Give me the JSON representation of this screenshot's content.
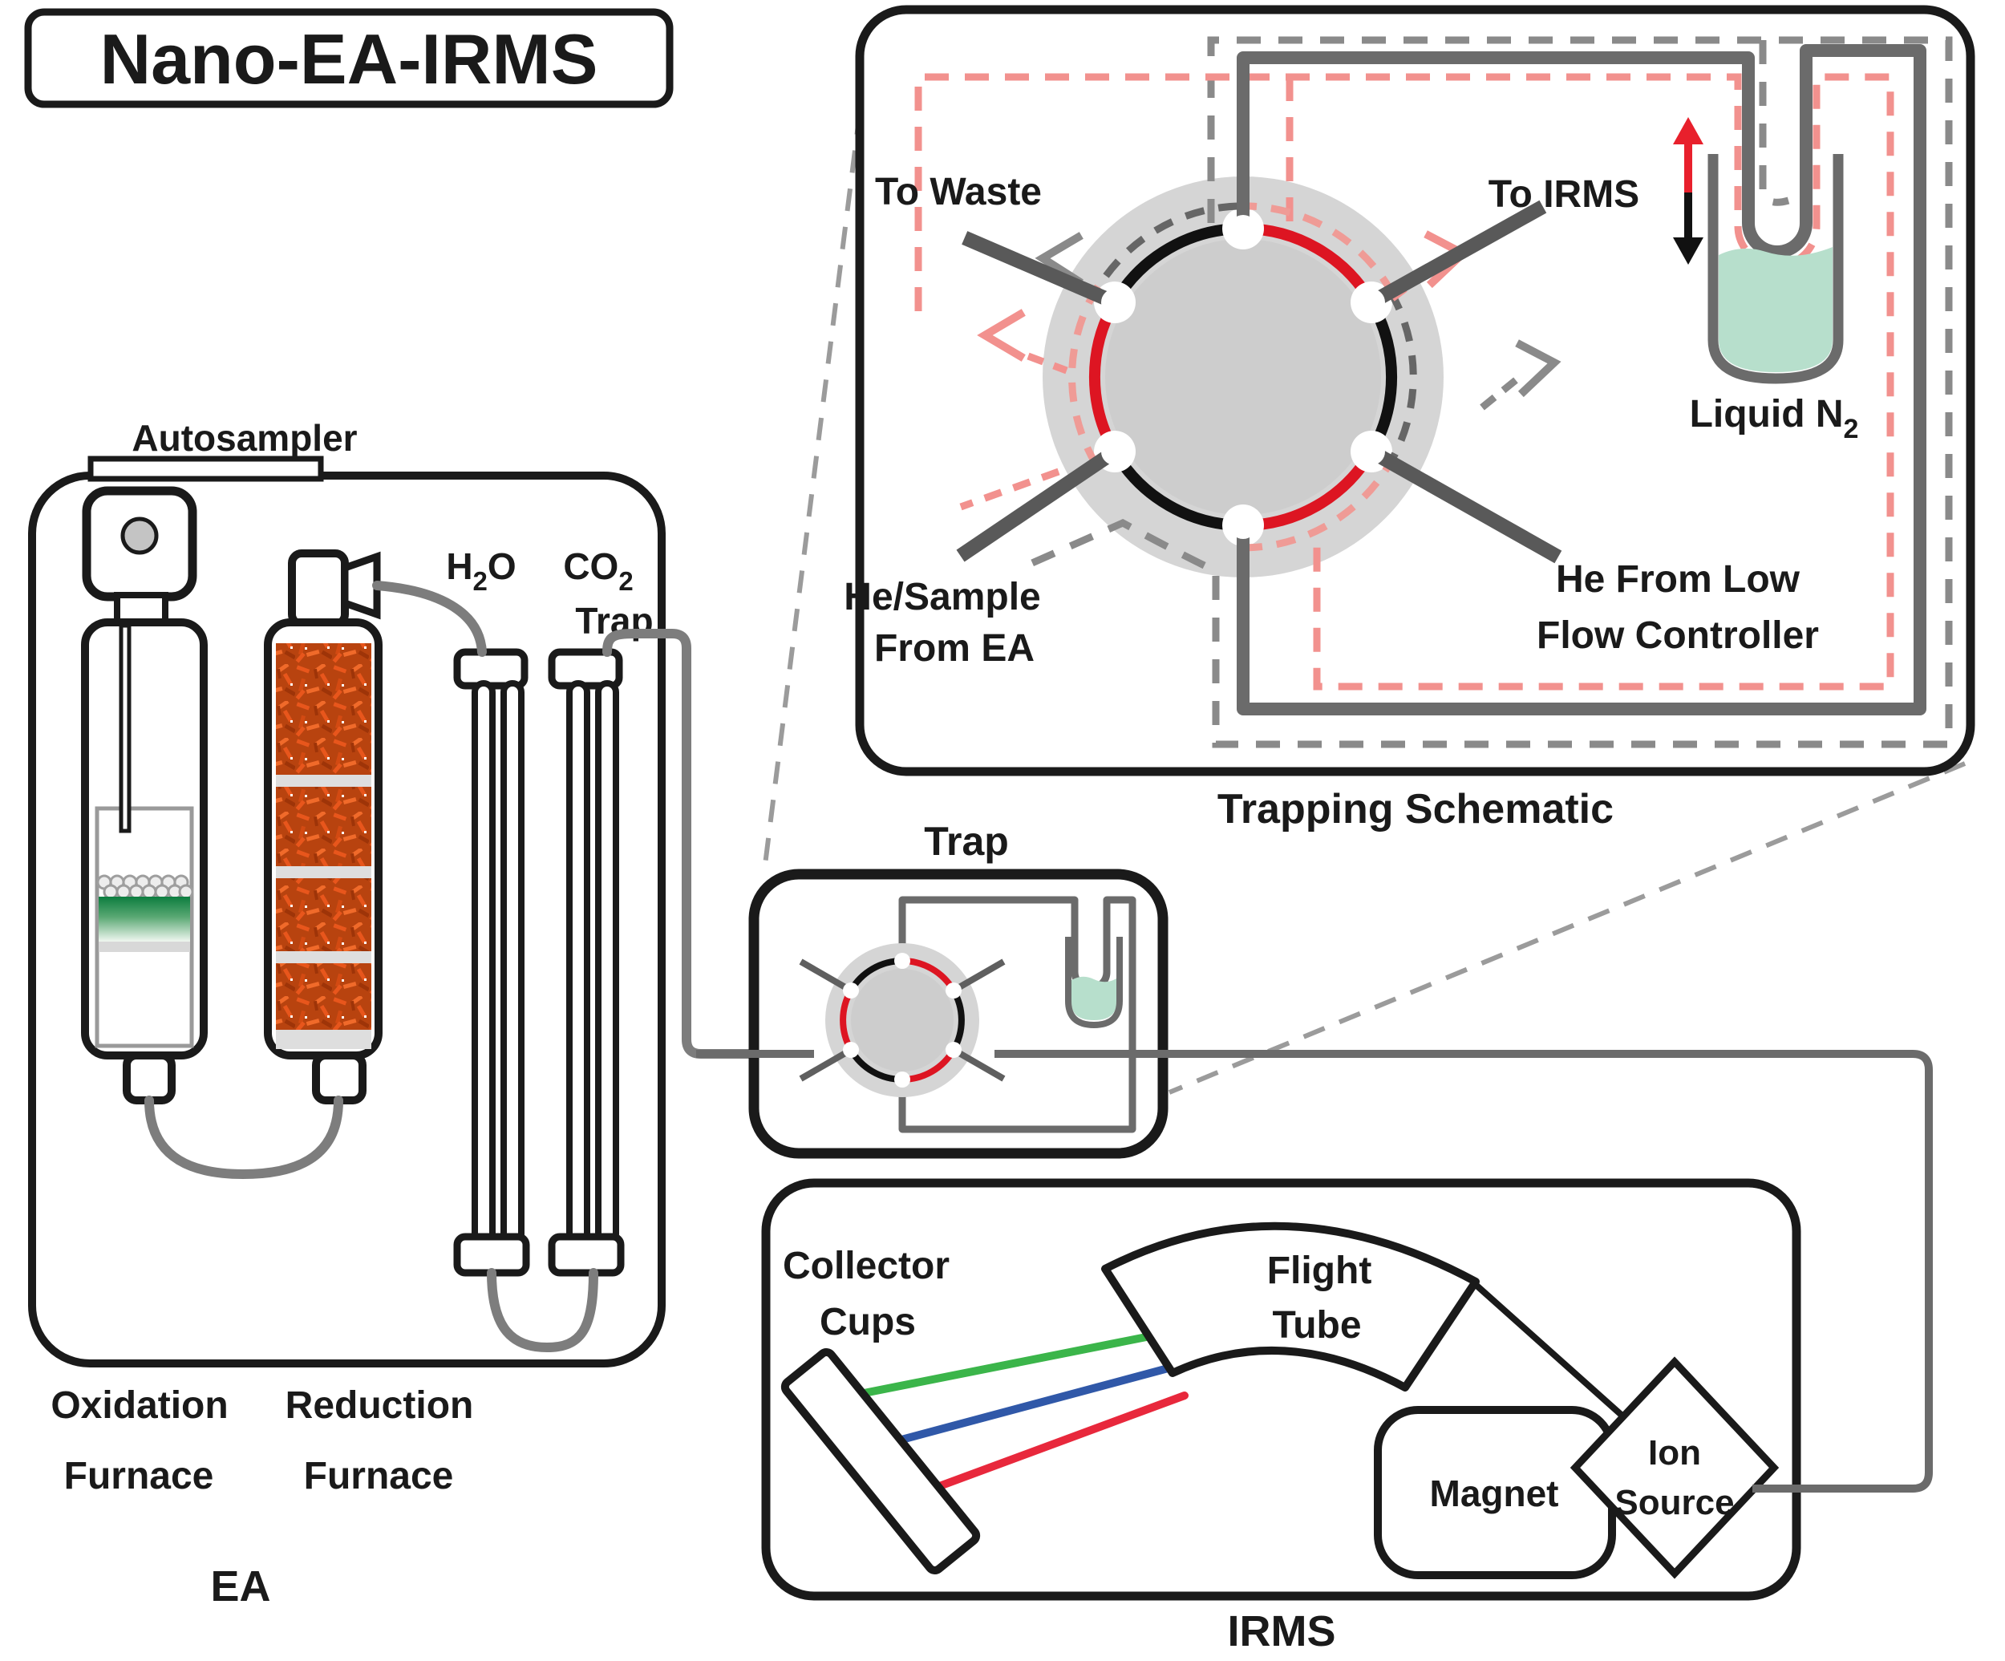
{
  "title": {
    "label": "Nano-EA-IRMS"
  },
  "colors": {
    "line_black": "#1a1a1a",
    "tube_gray": "#6b6b6b",
    "stub_gray": "#595959",
    "dash_gray": "#8a8a8a",
    "dash_pink": "#f2918e",
    "valve_red": "#dd1522",
    "valve_gray": "#d5d5d5",
    "copper_orange": "#d04a12",
    "liquid_n2_green": "#b7dfcc",
    "catalyst_green": "#0c7d3f",
    "beam_green": "#3bb54a",
    "beam_blue": "#3058a8",
    "beam_red": "#e8283c"
  },
  "ea": {
    "autosampler": "Autosampler",
    "h2o": {
      "base": "H",
      "sub": "2",
      "rest": "O"
    },
    "co2": {
      "base": "CO",
      "sub": "2",
      "trap": "Trap"
    },
    "oxidation": [
      "Oxidation",
      "Furnace"
    ],
    "reduction": [
      "Reduction",
      "Furnace"
    ],
    "label": "EA"
  },
  "trap": {
    "label": "Trap"
  },
  "schematic": {
    "title": "Trapping Schematic",
    "to_waste": "To Waste",
    "to_irms": "To IRMS",
    "he_sample": [
      "He/Sample",
      "From EA"
    ],
    "he_flow": [
      "He From Low",
      "Flow Controller"
    ],
    "liquid_n2": {
      "base": "Liquid N",
      "sub": "2"
    }
  },
  "irms": {
    "flight": [
      "Flight",
      "Tube"
    ],
    "collector": [
      "Collector",
      "Cups"
    ],
    "magnet": "Magnet",
    "ion": [
      "Ion",
      "Source"
    ],
    "label": "IRMS"
  }
}
